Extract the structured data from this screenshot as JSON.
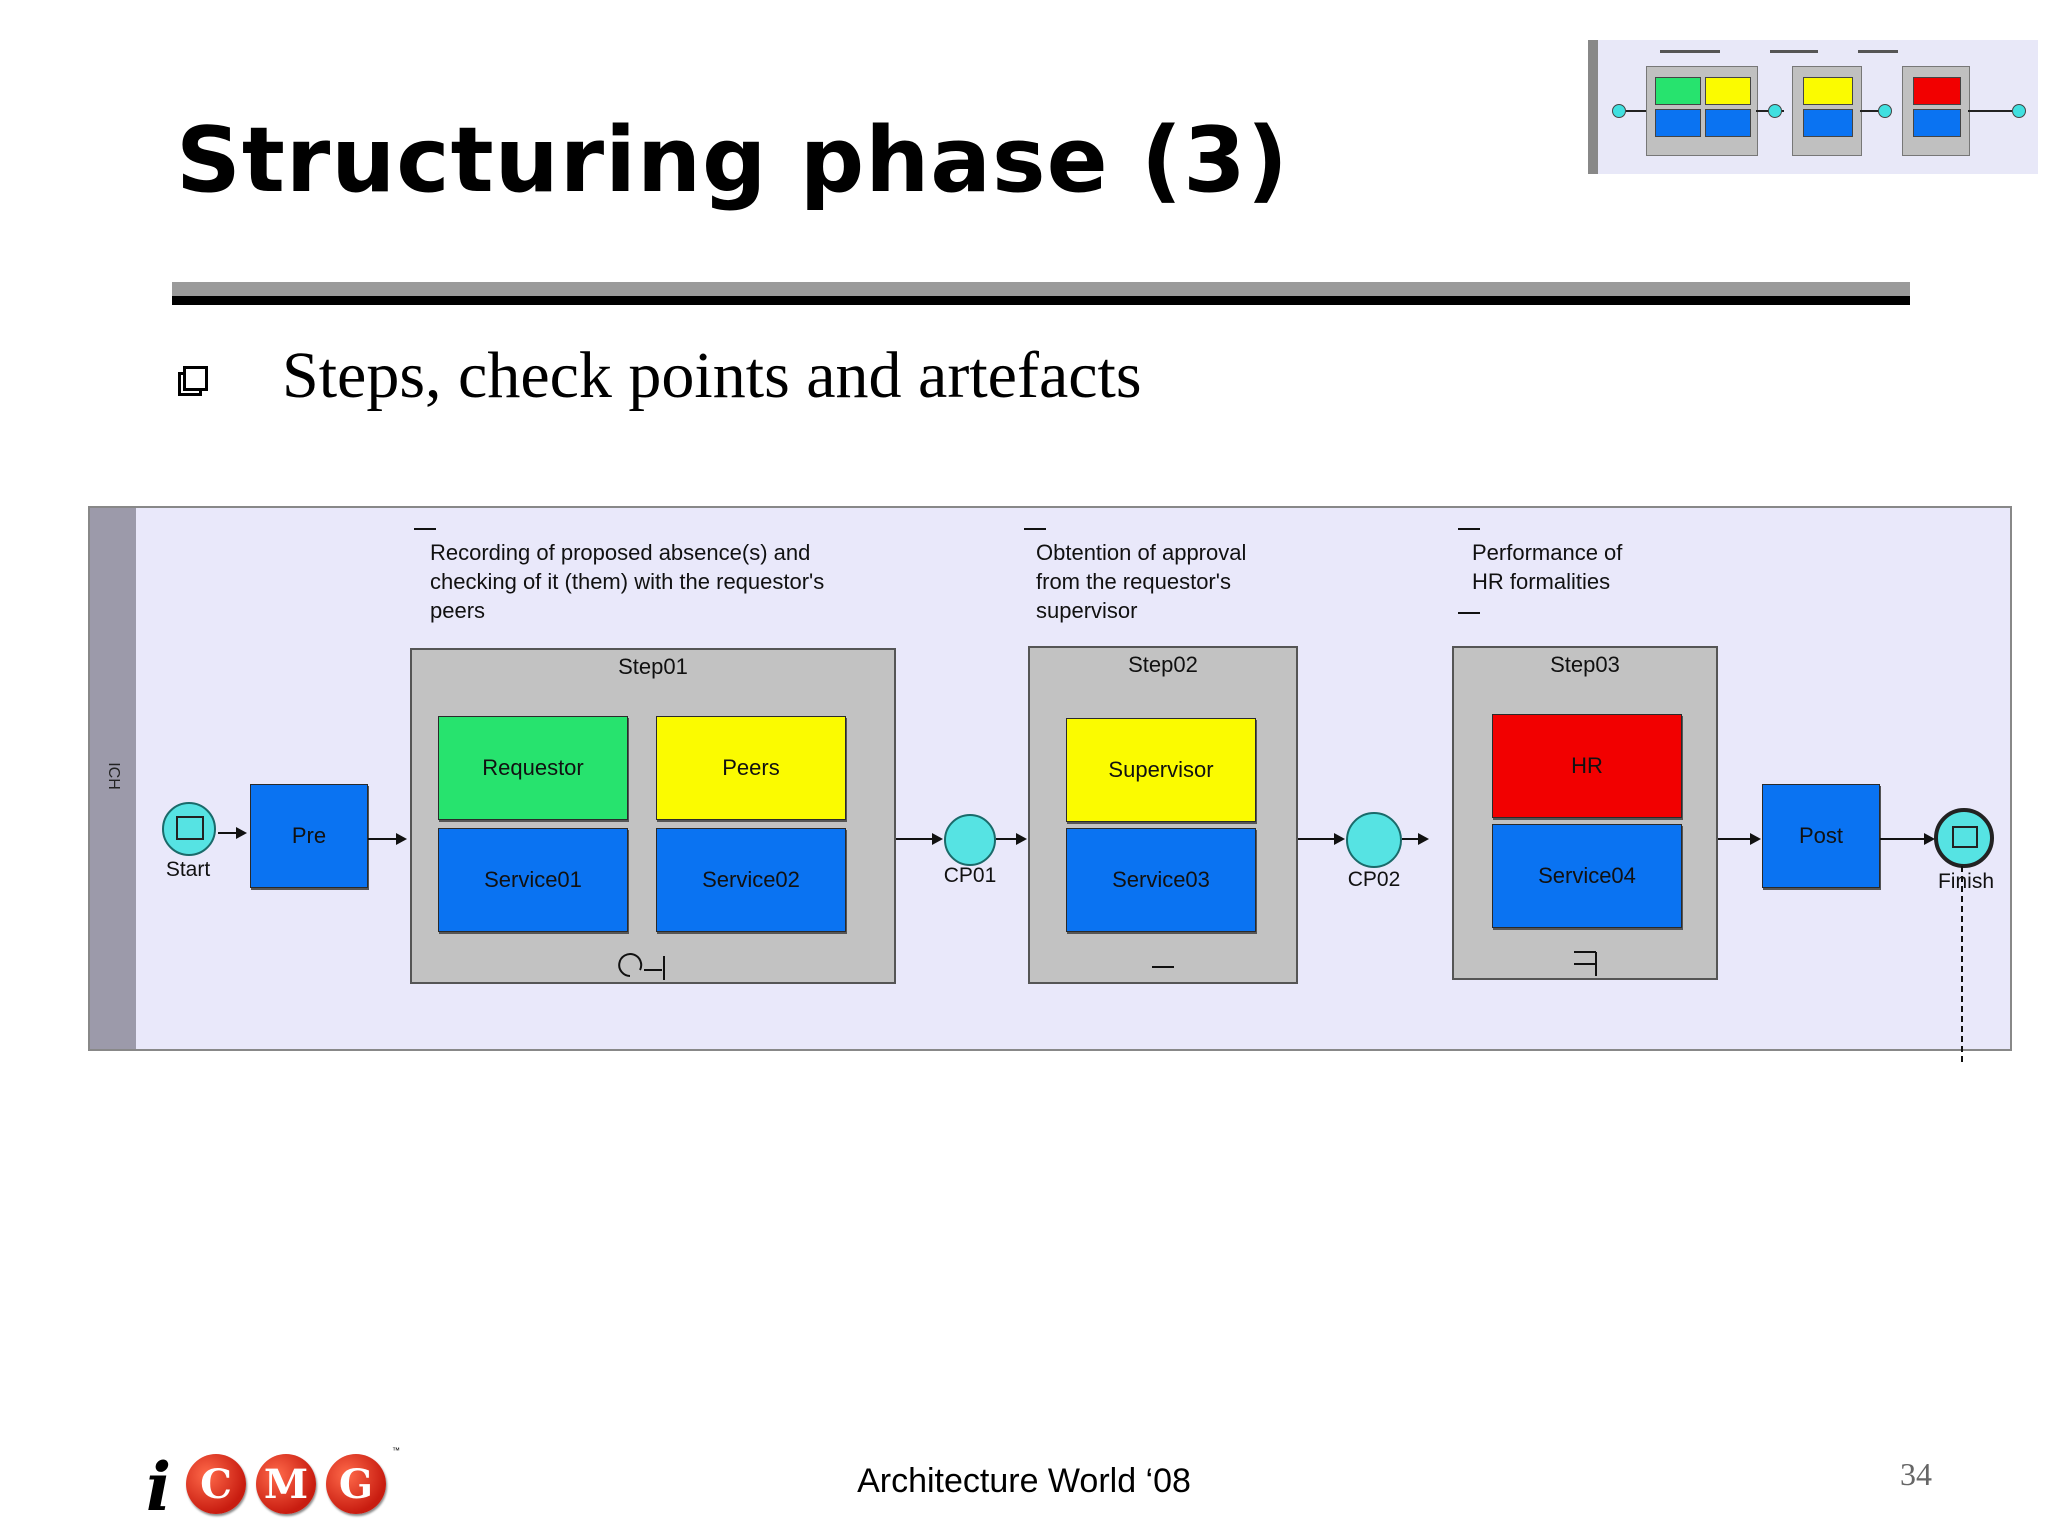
{
  "slide": {
    "title": "Structuring phase (3)",
    "bullet": "Steps, check points and artefacts",
    "footer": "Architecture World ‘08",
    "page_number": "34",
    "logo_letters": [
      "i",
      "C",
      "M",
      "G"
    ],
    "logo_mark": "™"
  },
  "diagram": {
    "lane_label": "ICH",
    "annotations": [
      "Recording of proposed absence(s) and\nchecking of it (them) with the requestor's\npeers",
      "Obtention of approval\nfrom the requestor's\nsupervisor",
      "Performance of\nHR formalities"
    ],
    "events": {
      "start": "Start",
      "cp1": "CP01",
      "cp2": "CP02",
      "finish": "Finish"
    },
    "tasks": {
      "pre": "Pre",
      "post": "Post"
    },
    "steps": [
      {
        "title": "Step01",
        "roles": [
          "Requestor",
          "Peers"
        ],
        "services": [
          "Service01",
          "Service02"
        ]
      },
      {
        "title": "Step02",
        "roles": [
          "Supervisor"
        ],
        "services": [
          "Service03"
        ]
      },
      {
        "title": "Step03",
        "roles": [
          "HR"
        ],
        "services": [
          "Service04"
        ]
      }
    ],
    "colors": {
      "requestor": "#27e36e",
      "peers": "#fbfb00",
      "supervisor": "#fbfb00",
      "hr": "#f20000",
      "service": "#0a73f2",
      "event": "#56e3e3",
      "step": "#c2c2c2",
      "lane_background": "#e9e8fa"
    }
  }
}
